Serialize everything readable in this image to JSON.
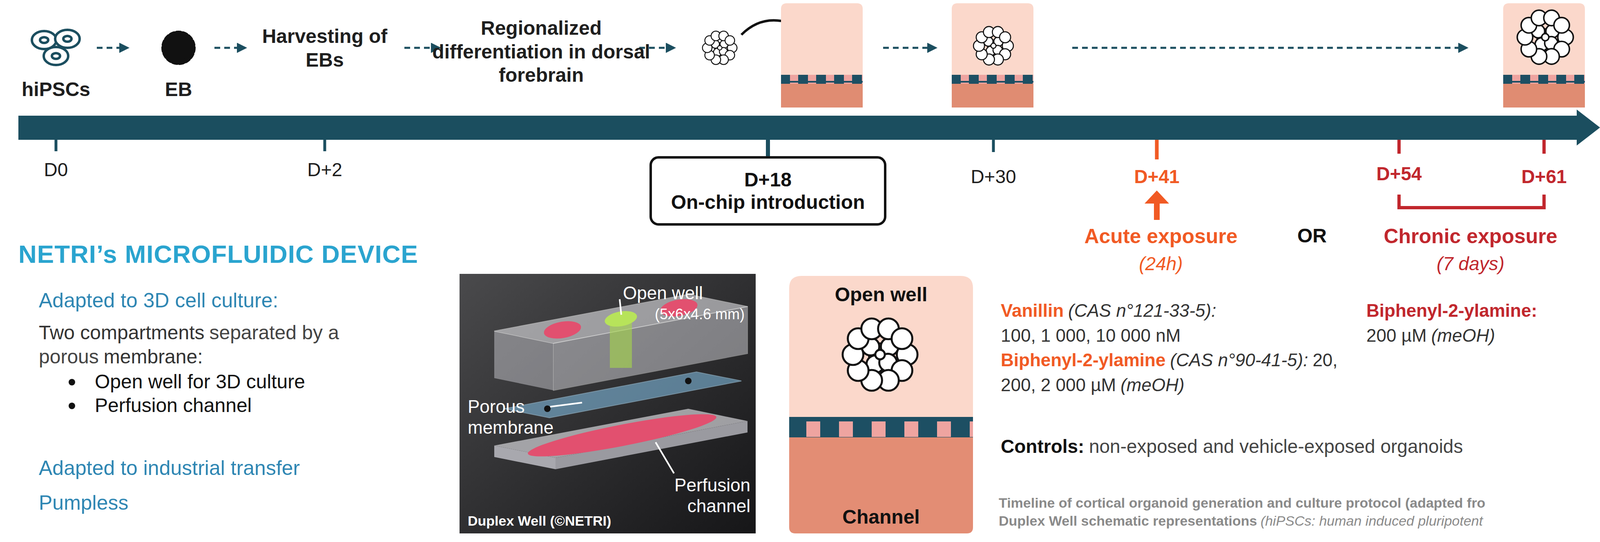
{
  "diagram": {
    "title": "NETRI’s MICROFLUIDIC DEVICE",
    "caption": "Timeline of cortical organoid generation and culture protocol (adapted fro",
    "nodes": [
      {
        "text": [
          "D+18",
          "On-chip introduction"
        ]
      },
      {
        "text": [
          "Open well",
          "(5x6x4.6 mm)",
          "Porous membrane",
          "Perfusion channel",
          "Duplex Well (©NETRI)"
        ]
      },
      {
        "text": [
          "Open well",
          "Channel"
        ]
      }
    ],
    "labels": [
      "hiPSCs",
      "EB",
      "Harvesting of EBs",
      "Regionalized differentiation in dorsal forebrain",
      "D0",
      "D+2",
      "D+30",
      "D+41",
      "D+54",
      "D+61",
      "Acute exposure",
      "(24h)",
      "OR",
      "Chronic exposure",
      "(7 days)",
      "Vanillin",
      "(CAS n°121-33-5):",
      "100, 1 000, 10 000 nM",
      "Biphenyl-2-ylamine",
      "(CAS n°90-41-5):",
      "20, 200, 2 000 µM",
      "(meOH)",
      "Biphenyl-2-ylamine:",
      "200 µM",
      "(meOH)",
      "Controls:",
      "non-exposed and vehicle-exposed organoids",
      "Adapted to 3D cell culture:",
      "Two compartments",
      "separated by a",
      "porous",
      "membrane:",
      "Open well for 3D culture",
      "Perfusion channel",
      "Adapted to industrial transfer",
      "Pumpless",
      "Duplex Well schematic representations",
      "(hiPSCs: human induced pluripotent"
    ]
  }
}
